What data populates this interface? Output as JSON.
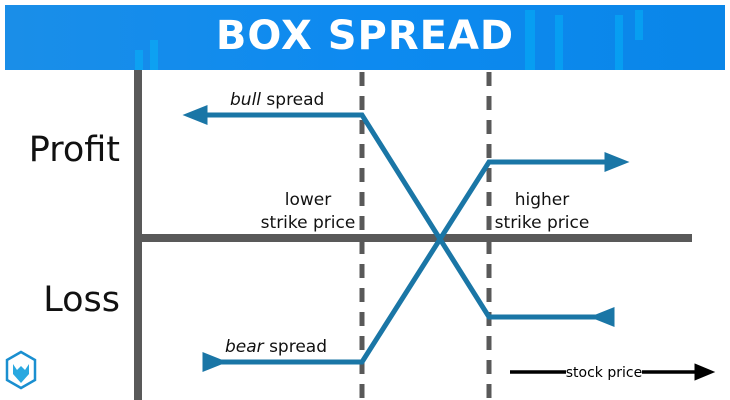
{
  "title": "BOX SPREAD",
  "labels": {
    "profit": "Profit",
    "loss": "Loss",
    "bull_italic": "bull",
    "bull_rest": " spread",
    "bear_italic": "bear",
    "bear_rest": " spread",
    "lower_line1": "lower",
    "lower_line2": "strike price",
    "higher_line1": "higher",
    "higher_line2": "strike price",
    "stock_price": "stock price"
  },
  "colors": {
    "line": "#1a76a6",
    "axis": "#595959",
    "banner": "#0d8af0"
  },
  "logo": "shield-logo"
}
